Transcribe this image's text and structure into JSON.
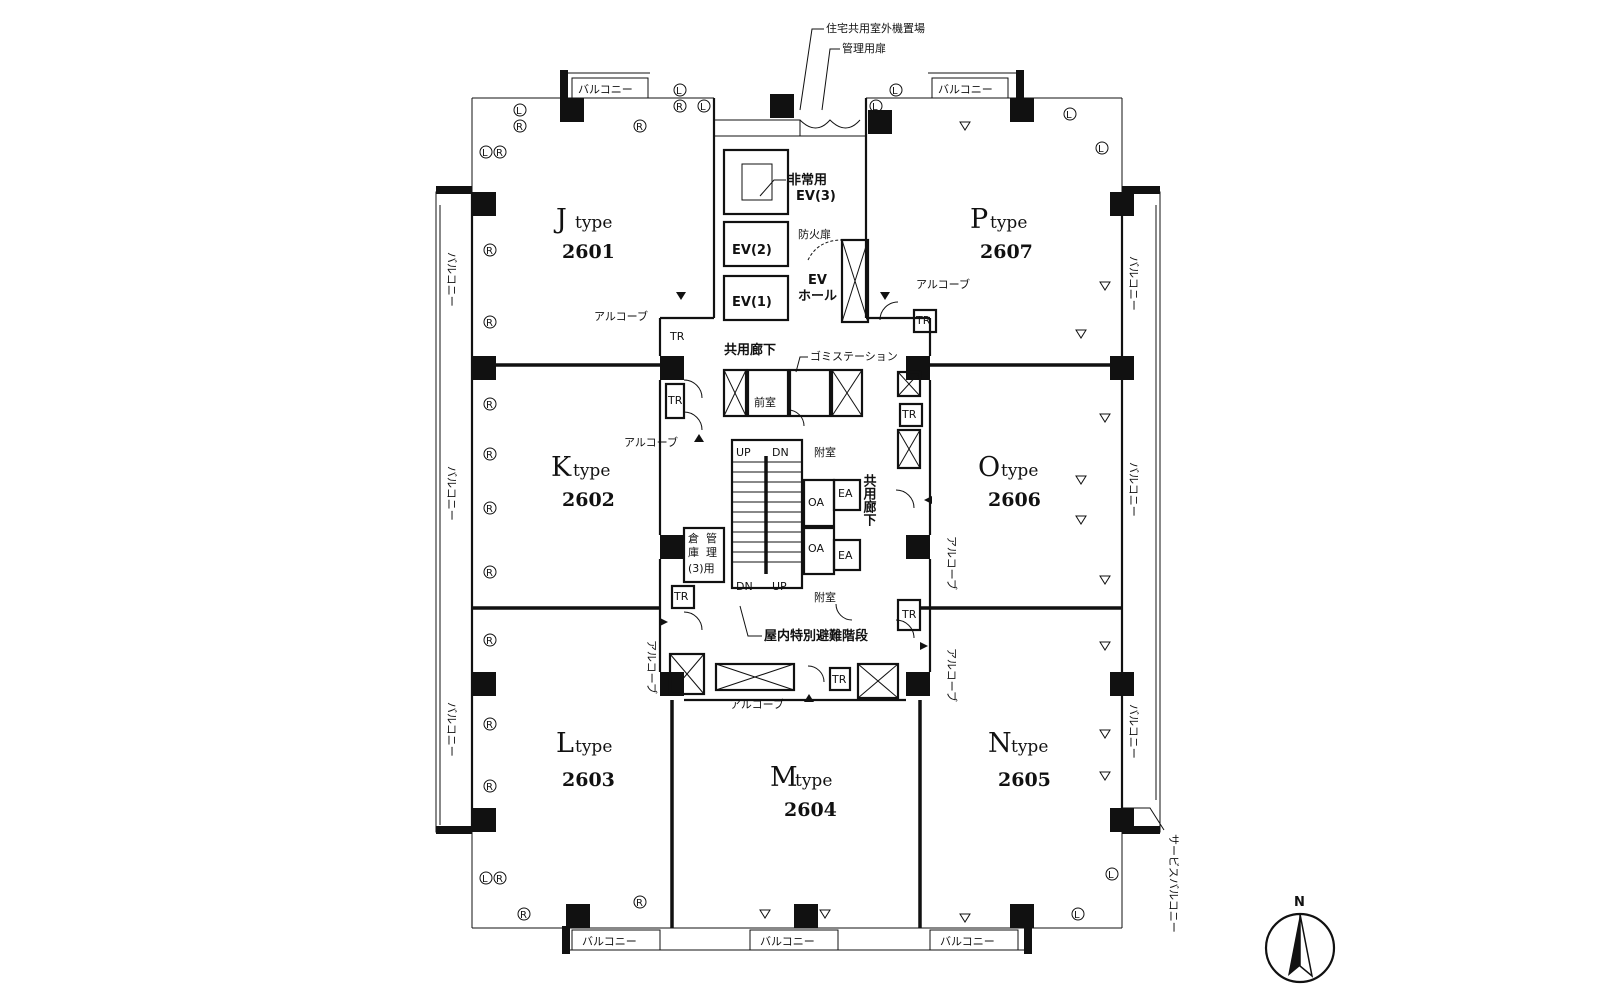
{
  "units": [
    {
      "type_letter": "J",
      "type_suffix": "type",
      "number": "2601"
    },
    {
      "type_letter": "K",
      "type_suffix": "type",
      "number": "2602"
    },
    {
      "type_letter": "L",
      "type_suffix": "type",
      "number": "2603"
    },
    {
      "type_letter": "M",
      "type_suffix": "type",
      "number": "2604"
    },
    {
      "type_letter": "N",
      "type_suffix": "type",
      "number": "2605"
    },
    {
      "type_letter": "O",
      "type_suffix": "type",
      "number": "2606"
    },
    {
      "type_letter": "P",
      "type_suffix": "type",
      "number": "2607"
    }
  ],
  "labels": {
    "balcony": "バルコニー",
    "service_balcony": "サービスバルコニー",
    "outdoor_unit_area": "住宅共用室外機置場",
    "management_closet": "管理用扉",
    "emergency_ev": "非常用",
    "ev3": "EV(3)",
    "ev2": "EV(2)",
    "ev1": "EV(1)",
    "fire_door": "防火扉",
    "ev_hall_1": "EV",
    "ev_hall_2": "ホール",
    "alcove": "アルコーブ",
    "corridor": "共用廊下",
    "corridor_v": "共用廊下",
    "garbage": "ゴミステーション",
    "front_room": "前室",
    "annex": "附室",
    "oa": "OA",
    "ea": "EA",
    "up": "UP",
    "dn": "DN",
    "tr": "TR",
    "storage_1": "倉",
    "storage_2": "庫",
    "management_1": "管",
    "management_2": "理",
    "management_3": "(3)用",
    "stairs": "屋内特別避難階段",
    "north": "N",
    "sym_L": "L",
    "sym_R": "R"
  }
}
